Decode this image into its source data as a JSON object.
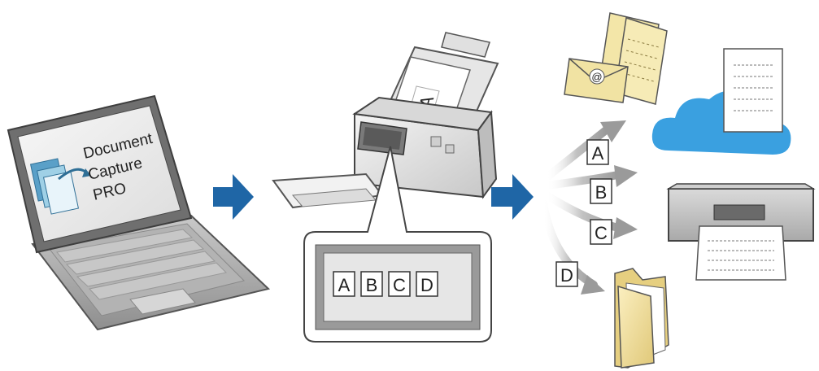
{
  "laptop": {
    "app_line1": "Document",
    "app_line2": "Capture",
    "app_line3": "PRO"
  },
  "scanner": {
    "page_letter": "A"
  },
  "callout": {
    "boxes": [
      "A",
      "B",
      "C",
      "D"
    ]
  },
  "routes": [
    {
      "label": "A",
      "target": "email-icon"
    },
    {
      "label": "B",
      "target": "cloud-icon"
    },
    {
      "label": "C",
      "target": "printer-icon"
    },
    {
      "label": "D",
      "target": "folder-icon"
    }
  ],
  "email": {
    "at_symbol": "@"
  },
  "colors": {
    "flow_arrow": "#1f66a6",
    "cloud": "#3aa0e0",
    "folder": "#f3e3a0",
    "envelope": "#f1e3a3"
  }
}
